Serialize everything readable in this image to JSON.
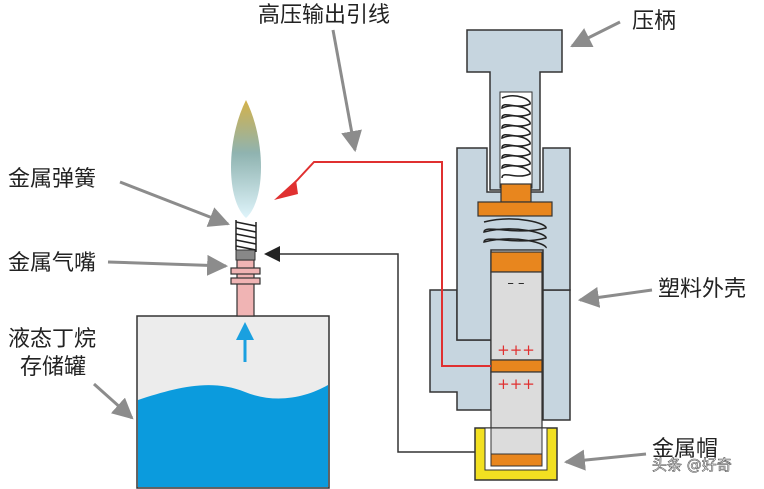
{
  "labels": {
    "hv_lead": "高压输出引线",
    "press_handle": "压柄",
    "metal_spring": "金属弹簧",
    "metal_nozzle": "金属气嘴",
    "tank_line1": "液态丁烷",
    "tank_line2": "存储罐",
    "plastic_shell": "塑料外壳",
    "metal_cap": "金属帽"
  },
  "charges": {
    "negative": "– –",
    "positive": "+++"
  },
  "watermark": "头条 @好奇",
  "colors": {
    "shell": "#c6d5df",
    "outline": "#333333",
    "copper": "#e8861e",
    "crystal": "#dcdcdc",
    "liquid": "#0b9bdd",
    "tank_body": "#ececec",
    "nozzle": "#f0b4b4",
    "wire_hv": "#e03030",
    "cap": "#f2e021",
    "arrow_gray": "#8c8c8c",
    "flow_arrow": "#1aa0e0"
  },
  "icons": [
    "flame-icon",
    "up-arrow-icon"
  ]
}
